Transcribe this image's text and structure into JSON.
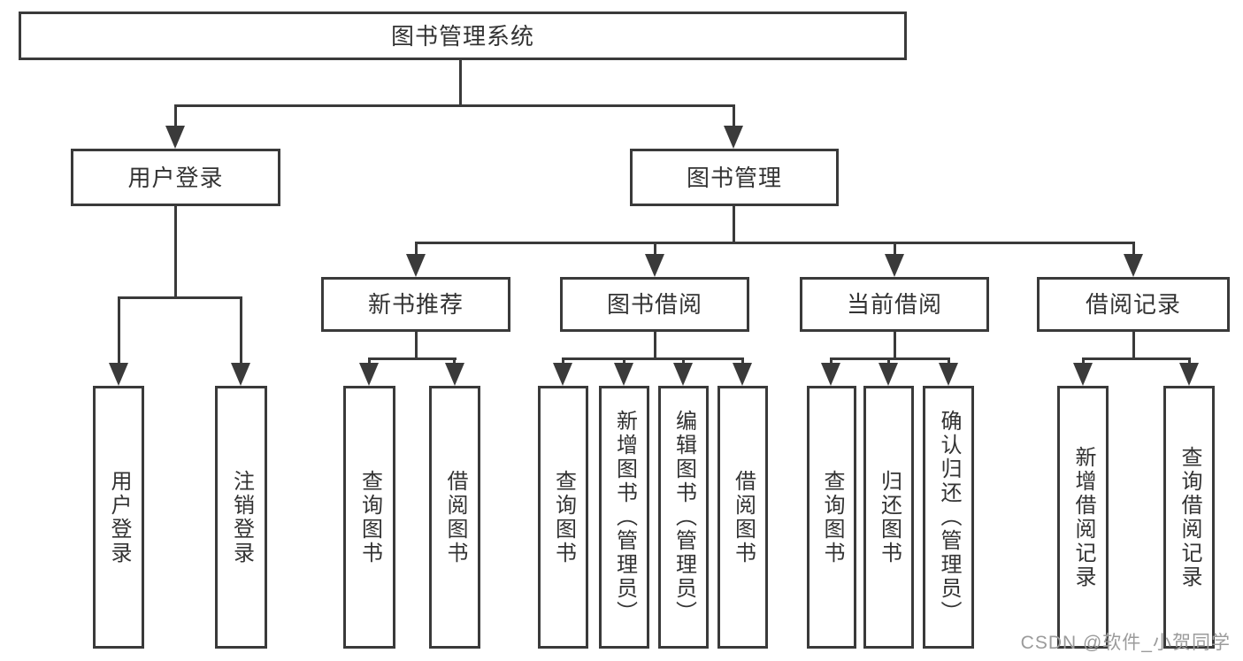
{
  "diagram": {
    "root": "图书管理系统",
    "level2": [
      "用户登录",
      "图书管理"
    ],
    "level3": [
      "新书推荐",
      "图书借阅",
      "当前借阅",
      "借阅记录"
    ],
    "leaves": {
      "login": [
        "用户登录",
        "注销登录"
      ],
      "recommend": [
        "查询图书",
        "借阅图书"
      ],
      "borrow": [
        "查询图书",
        "新增图书（管理员）",
        "编辑图书（管理员）",
        "借阅图书"
      ],
      "current": [
        "查询图书",
        "归还图书",
        "确认归还（管理员）"
      ],
      "records": [
        "新增借阅记录",
        "查询借阅记录"
      ]
    }
  },
  "watermark": {
    "text": "CSDN @软件_小贺同学"
  },
  "colors": {
    "line": "#3a3a3a",
    "text": "#333333",
    "bg": "#ffffff",
    "watermark": "#9b9b9b"
  }
}
